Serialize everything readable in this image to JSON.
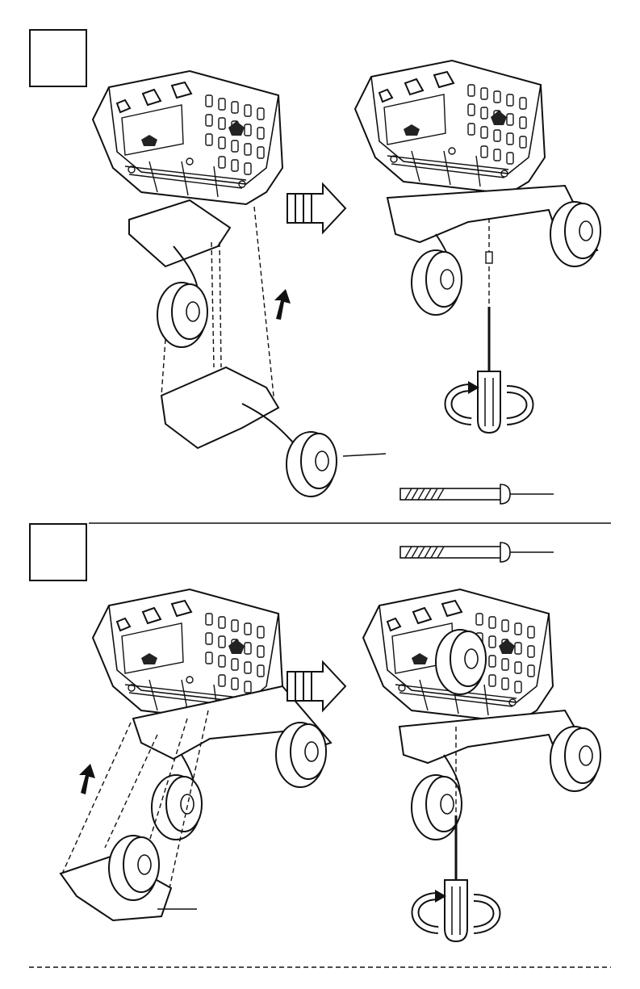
{
  "document": {
    "type": "assembly-instructions",
    "steps": [
      {
        "number": "",
        "panels": [
          "before-attach-rear-wheel",
          "after-attach-rear-wheel"
        ]
      },
      {
        "number": "",
        "panels": [
          "before-attach-front-wheel",
          "after-attach-front-wheel"
        ]
      }
    ],
    "icons": {
      "direction": "arrow-right-icon",
      "push": "arrow-up-icon",
      "tool": "screwdriver-icon",
      "rotation": "rotate-icon",
      "fastener": "screw-icon"
    },
    "colors": {
      "line": "#111111",
      "fill": "#ffffff",
      "shade": "#2a2a2a"
    }
  }
}
